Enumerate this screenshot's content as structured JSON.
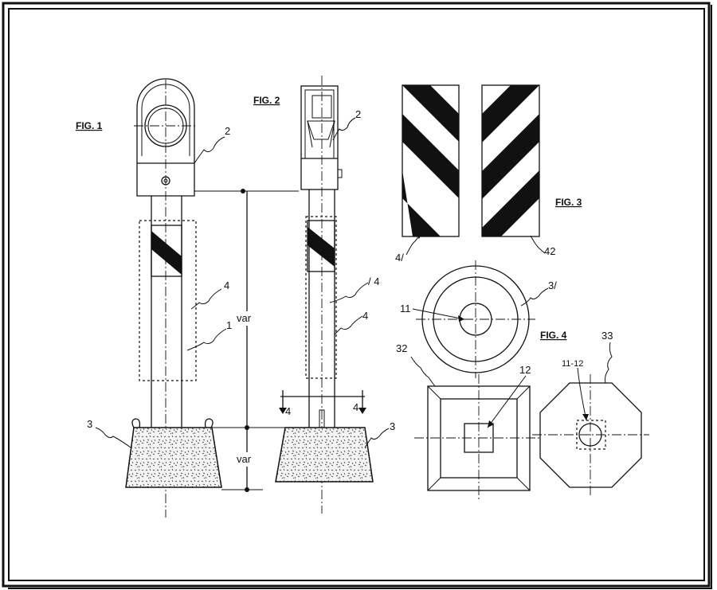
{
  "figures": {
    "fig1": "FIG. 1",
    "fig2": "FIG. 2",
    "fig3": "FIG. 3",
    "fig4": "FIG. 4"
  },
  "dimensions": {
    "upper": "var",
    "lower": "var"
  },
  "section_marks": {
    "left": "4",
    "right": "4"
  },
  "refs": {
    "fig1_head": "2",
    "fig1_panel": "4",
    "fig1_post": "1",
    "fig1_base": "3",
    "fig2_head": "2",
    "fig2_panel_a": "/ 4",
    "fig2_panel_b": "4",
    "fig2_base": "3",
    "fig3_left": "4/",
    "fig3_right": "42",
    "fig3_disc_center": "11",
    "fig3_disc": "3/",
    "fig4_square": "32",
    "fig4_square_center": "12",
    "fig4_octagon": "33",
    "fig4_octagon_center": "11-12"
  }
}
